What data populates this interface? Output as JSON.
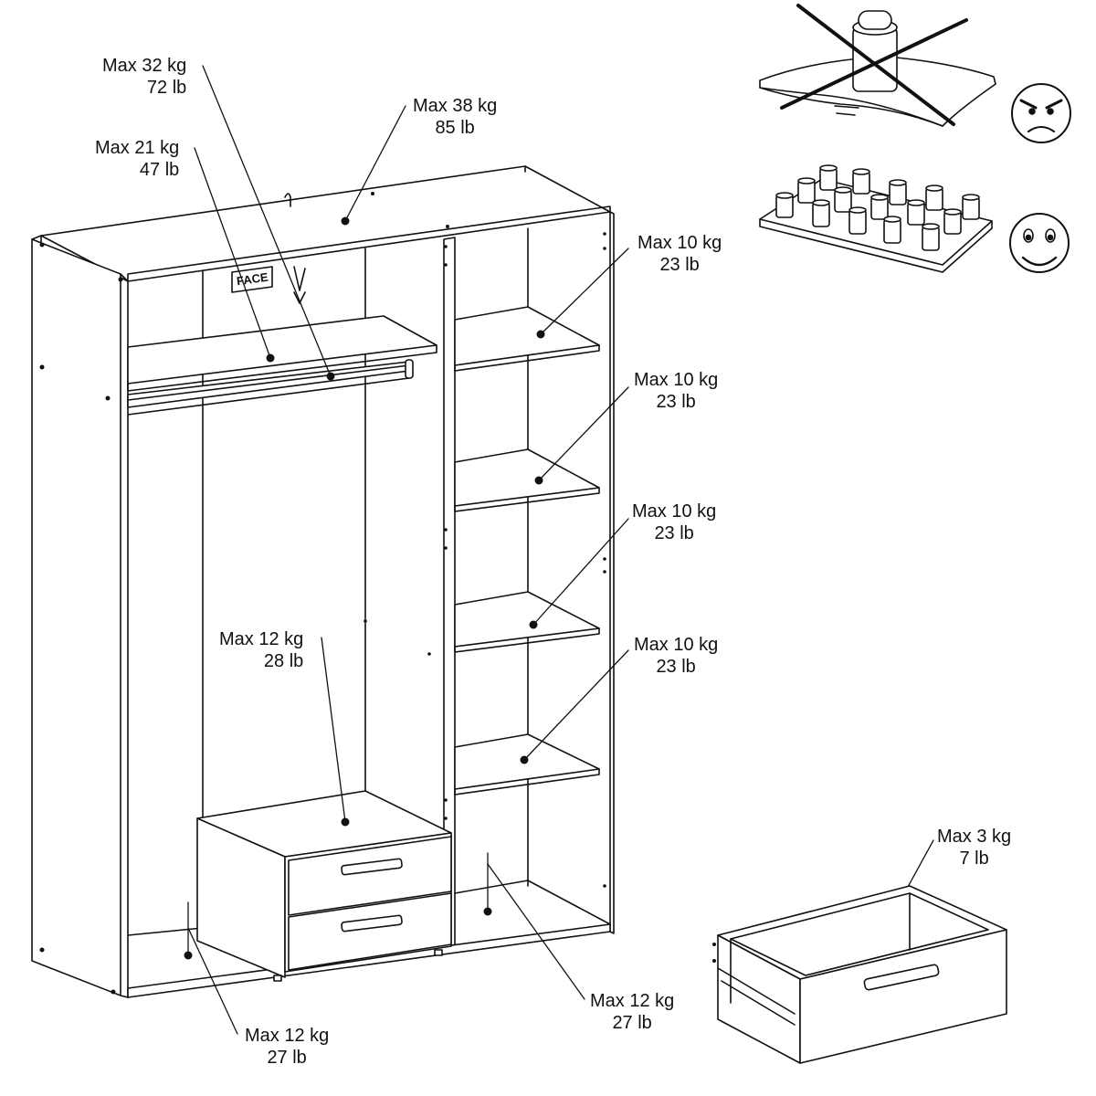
{
  "face_tag": "FACE",
  "icons": {
    "warning": "crossed-out-heavy-weight-on-bent-shelf-icon",
    "ok": "evenly-distributed-weights-on-flat-shelf-icon",
    "angry": "angry-face-icon",
    "happy": "happy-face-icon"
  },
  "labels": {
    "top_panel": {
      "kg": "Max 38 kg",
      "lb": "85 lb"
    },
    "hanging_rail": {
      "kg": "Max 32 kg",
      "lb": "72 lb"
    },
    "upper_left_shelf": {
      "kg": "Max 21 kg",
      "lb": "47 lb"
    },
    "right_shelf_1": {
      "kg": "Max 10 kg",
      "lb": "23 lb"
    },
    "right_shelf_2": {
      "kg": "Max 10 kg",
      "lb": "23 lb"
    },
    "right_shelf_3": {
      "kg": "Max 10 kg",
      "lb": "23 lb"
    },
    "right_shelf_4": {
      "kg": "Max 10 kg",
      "lb": "23 lb"
    },
    "drawer_unit_top": {
      "kg": "Max 12 kg",
      "lb": "28 lb"
    },
    "bottom_left": {
      "kg": "Max 12 kg",
      "lb": "27 lb"
    },
    "bottom_right": {
      "kg": "Max 12 kg",
      "lb": "27 lb"
    },
    "drawer": {
      "kg": "Max 3 kg",
      "lb": "7 lb"
    }
  }
}
